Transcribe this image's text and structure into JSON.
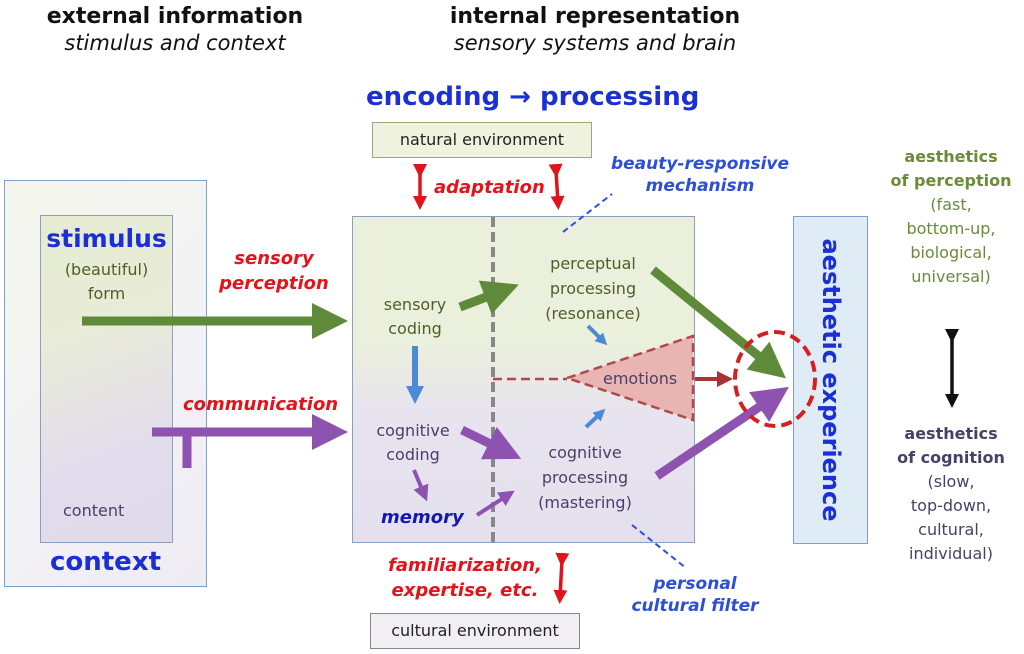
{
  "headers": {
    "external": {
      "title": "external information",
      "subtitle": "stimulus and context"
    },
    "internal": {
      "title": "internal representation",
      "subtitle": "sensory systems and brain"
    }
  },
  "stages": {
    "encoding": "encoding",
    "arrow": "→",
    "processing": "processing"
  },
  "environments": {
    "natural": "natural environment",
    "cultural": "cultural environment"
  },
  "labels": {
    "adaptation": "adaptation",
    "familiarization_line1": "familiarization,",
    "familiarization_line2": "expertise, etc.",
    "beauty_line1": "beauty-responsive",
    "beauty_line2": "mechanism",
    "filter_line1": "personal",
    "filter_line2": "cultural filter",
    "sensory_perception_line1": "sensory",
    "sensory_perception_line2": "perception",
    "communication": "communication",
    "memory": "memory"
  },
  "stimulus": {
    "title": "stimulus",
    "line1": "(beautiful)",
    "line2": "form",
    "content": "content",
    "context": "context"
  },
  "nodes": {
    "sensory_coding": [
      "sensory",
      "coding"
    ],
    "cognitive_coding": [
      "cognitive",
      "coding"
    ],
    "perceptual_processing": [
      "perceptual",
      "processing",
      "(resonance)"
    ],
    "cognitive_processing": [
      "cognitive",
      "processing",
      "(mastering)"
    ],
    "emotions": "emotions"
  },
  "aesthetic_experience": "aesthetic experience",
  "right_panel": {
    "perception": {
      "title1": "aesthetics",
      "title2": "of perception",
      "lines": [
        "(fast,",
        "bottom-up,",
        "biological,",
        "universal)"
      ]
    },
    "cognition": {
      "title1": "aesthetics",
      "title2": "of cognition",
      "lines": [
        "(slow,",
        "top-down,",
        "cultural,",
        "individual)"
      ]
    }
  },
  "colors": {
    "perception_green": "#5f8a3a",
    "cognition_purple": "#8e52b0",
    "adaptation_red": "#e0141a",
    "emotion_link": "#a33535",
    "accent_blue": "#1a2fd6",
    "small_arrow_blue": "#4a8ad8"
  }
}
